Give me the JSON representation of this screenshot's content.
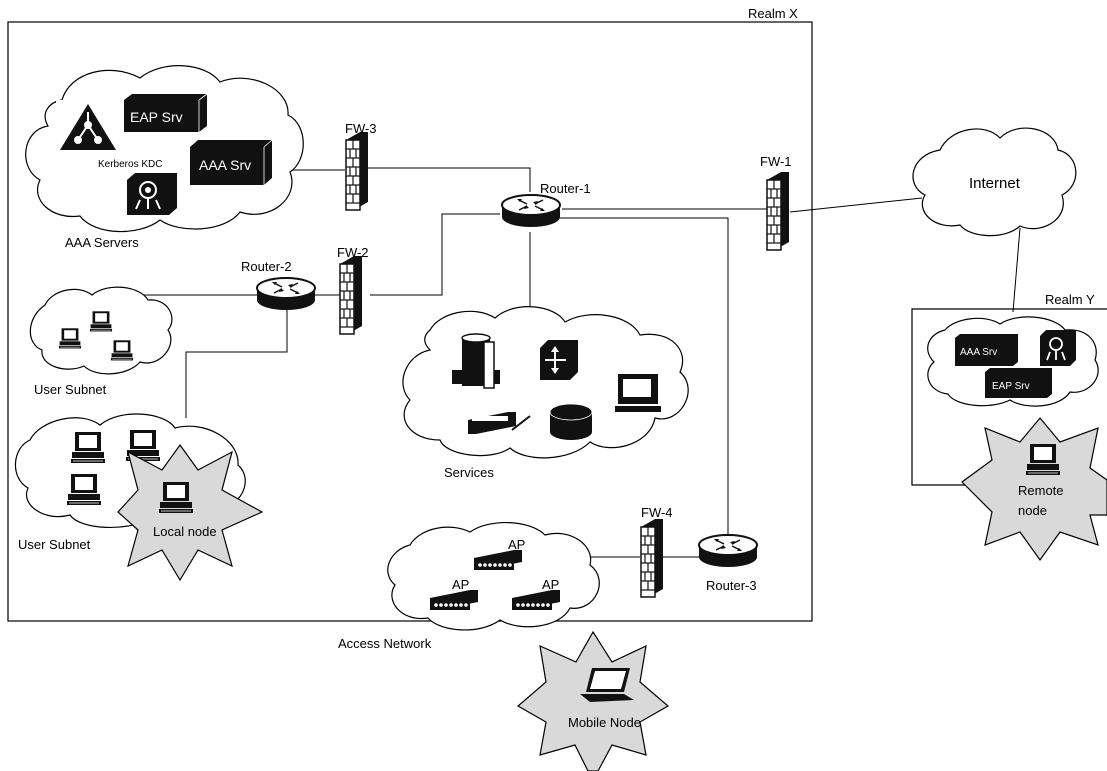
{
  "realms": {
    "x": "Realm X",
    "y": "Realm Y"
  },
  "firewalls": {
    "fw1": "FW-1",
    "fw2": "FW-2",
    "fw3": "FW-3",
    "fw4": "FW-4"
  },
  "routers": {
    "r1": "Router-1",
    "r2": "Router-2",
    "r3": "Router-3"
  },
  "aaa": {
    "group_label": "AAA Servers",
    "eap": "EAP Srv",
    "aaa": "AAA Srv",
    "kdc": "Kerberos KDC"
  },
  "clouds": {
    "internet": "Internet",
    "services": "Services",
    "user_subnet_1": "User Subnet",
    "user_subnet_2": "User Subnet",
    "access_network": "Access Network"
  },
  "access_points": {
    "ap1": "AP",
    "ap2": "AP",
    "ap3": "AP"
  },
  "realm_y_servers": {
    "aaa": "AAA Srv",
    "eap": "EAP Srv"
  },
  "nodes": {
    "local": "Local node",
    "remote_1": "Remote",
    "remote_2": "node",
    "mobile": "Mobile Node"
  }
}
